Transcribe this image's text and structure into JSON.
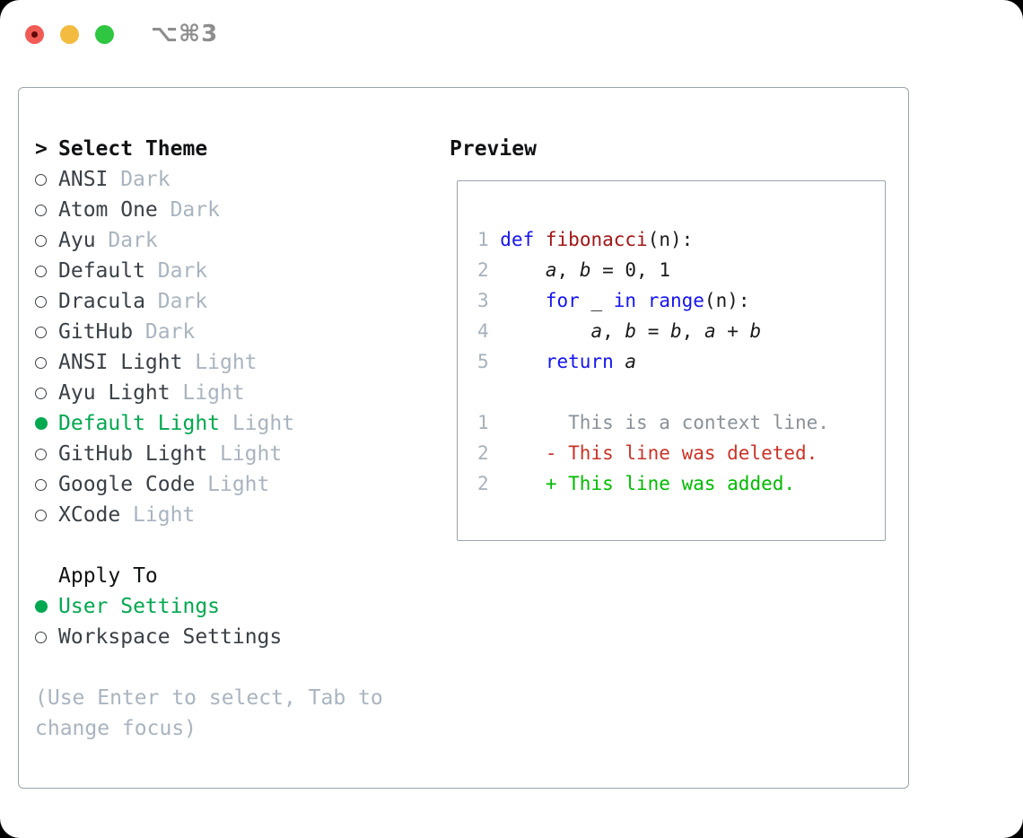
{
  "window": {
    "title": "⌥⌘3"
  },
  "colors": {
    "page_bg": "#000000",
    "window_bg": "#ffffff",
    "titlebar_text": "#8e8e8e",
    "traffic_red": "#f15b56",
    "traffic_red_dot": "#5f0a06",
    "traffic_yellow": "#f3bb40",
    "traffic_green": "#2fc641",
    "panel_border": "#9aa3ad",
    "header_text": "#101214",
    "item_text": "#3a4047",
    "muted_text": "#a9b4c0",
    "accent_green": "#00a84f",
    "line_number": "#a6b1bd",
    "context_gray": "#8a9199",
    "code_text": "#1a1a1a",
    "keyword_blue": "#1515f0",
    "function_red": "#a31515",
    "diff_deleted": "#cb3328",
    "diff_added": "#00bb00"
  },
  "icons": {
    "radio_unselected": "outline-circle",
    "radio_selected": "filled-circle",
    "cursor": ">"
  },
  "left": {
    "cursor": ">",
    "header": "Select Theme",
    "themes": [
      {
        "name": "ANSI",
        "variant": "Dark",
        "selected": false
      },
      {
        "name": "Atom One",
        "variant": "Dark",
        "selected": false
      },
      {
        "name": "Ayu",
        "variant": "Dark",
        "selected": false
      },
      {
        "name": "Default",
        "variant": "Dark",
        "selected": false
      },
      {
        "name": "Dracula",
        "variant": "Dark",
        "selected": false
      },
      {
        "name": "GitHub",
        "variant": "Dark",
        "selected": false
      },
      {
        "name": "ANSI Light",
        "variant": "Light",
        "selected": false
      },
      {
        "name": "Ayu Light",
        "variant": "Light",
        "selected": false
      },
      {
        "name": "Default Light",
        "variant": "Light",
        "selected": true
      },
      {
        "name": "GitHub Light",
        "variant": "Light",
        "selected": false
      },
      {
        "name": "Google Code",
        "variant": "Light",
        "selected": false
      },
      {
        "name": "XCode",
        "variant": "Light",
        "selected": false
      }
    ],
    "apply_header": "Apply To",
    "apply_options": [
      {
        "label": "User Settings",
        "selected": true
      },
      {
        "label": "Workspace Settings",
        "selected": false
      }
    ],
    "hint_lines": [
      "(Use Enter to select, Tab to",
      "change focus)"
    ]
  },
  "preview": {
    "title": "Preview",
    "lines": [
      {
        "segments": [
          {
            "c": "ln",
            "t": "1 "
          },
          {
            "c": "kw",
            "t": "def"
          },
          {
            "c": "pl",
            "t": " "
          },
          {
            "c": "fn",
            "t": "fibonacci"
          },
          {
            "c": "pl",
            "t": "(n):"
          }
        ]
      },
      {
        "segments": [
          {
            "c": "ln",
            "t": "2 "
          },
          {
            "c": "pl",
            "t": "    "
          },
          {
            "c": "var",
            "t": "a"
          },
          {
            "c": "pl",
            "t": ", "
          },
          {
            "c": "var",
            "t": "b"
          },
          {
            "c": "pl",
            "t": " = 0, 1"
          }
        ]
      },
      {
        "segments": [
          {
            "c": "ln",
            "t": "3 "
          },
          {
            "c": "pl",
            "t": "    "
          },
          {
            "c": "kw",
            "t": "for"
          },
          {
            "c": "pl",
            "t": " _ "
          },
          {
            "c": "kw",
            "t": "in"
          },
          {
            "c": "pl",
            "t": " "
          },
          {
            "c": "kw",
            "t": "range"
          },
          {
            "c": "pl",
            "t": "(n):"
          }
        ]
      },
      {
        "segments": [
          {
            "c": "ln",
            "t": "4 "
          },
          {
            "c": "pl",
            "t": "        "
          },
          {
            "c": "var",
            "t": "a"
          },
          {
            "c": "pl",
            "t": ", "
          },
          {
            "c": "var",
            "t": "b"
          },
          {
            "c": "pl",
            "t": " = "
          },
          {
            "c": "var",
            "t": "b"
          },
          {
            "c": "pl",
            "t": ", "
          },
          {
            "c": "var",
            "t": "a"
          },
          {
            "c": "pl",
            "t": " + "
          },
          {
            "c": "var",
            "t": "b"
          }
        ]
      },
      {
        "segments": [
          {
            "c": "ln",
            "t": "5 "
          },
          {
            "c": "pl",
            "t": "    "
          },
          {
            "c": "kw",
            "t": "return"
          },
          {
            "c": "pl",
            "t": " "
          },
          {
            "c": "var",
            "t": "a"
          }
        ]
      },
      {
        "segments": []
      },
      {
        "segments": [
          {
            "c": "ln",
            "t": "1"
          },
          {
            "c": "ctx",
            "t": "       This is a context line."
          }
        ]
      },
      {
        "segments": [
          {
            "c": "ln",
            "t": "2"
          },
          {
            "c": "del",
            "t": "     - This line was deleted."
          }
        ]
      },
      {
        "segments": [
          {
            "c": "ln",
            "t": "2"
          },
          {
            "c": "add",
            "t": "     + This line was added."
          }
        ]
      }
    ]
  }
}
